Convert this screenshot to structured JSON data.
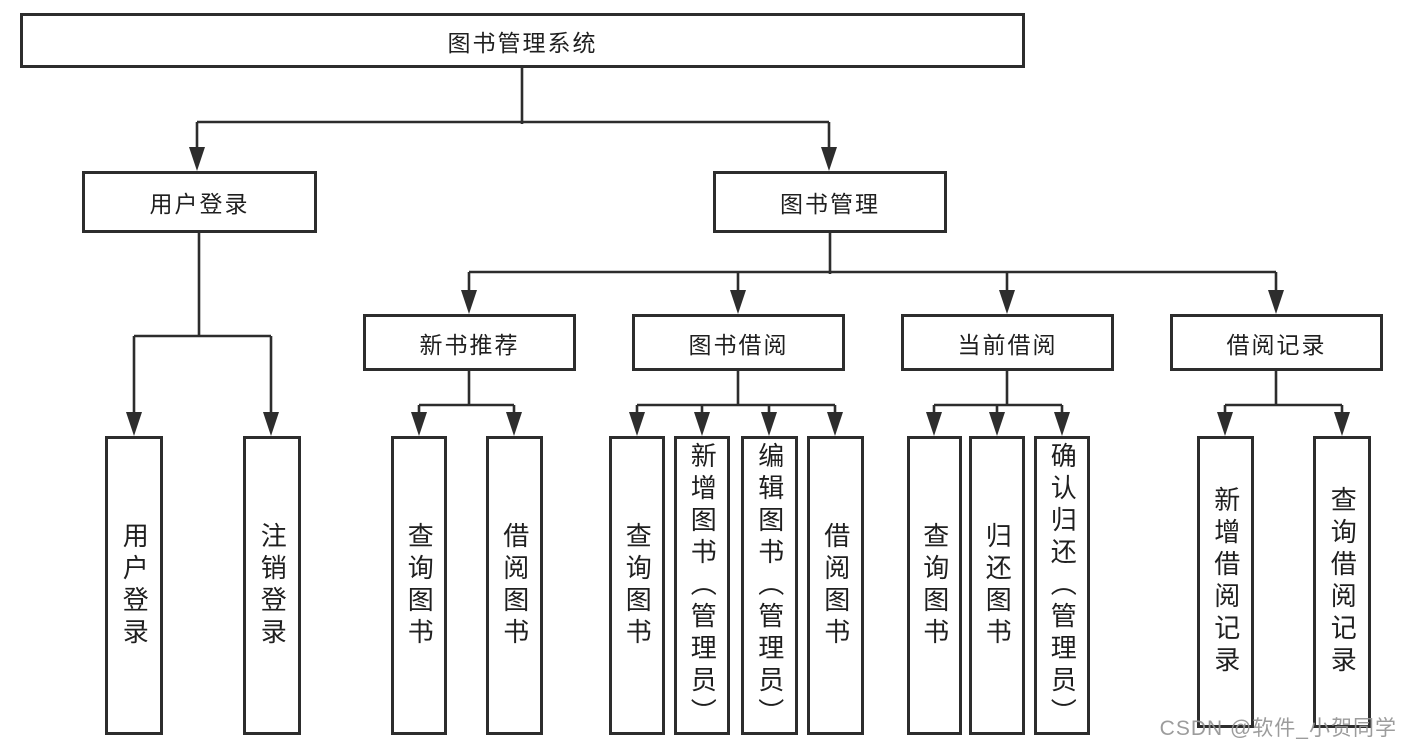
{
  "tree": {
    "root": "图书管理系统",
    "level2": [
      "用户登录",
      "图书管理"
    ],
    "level3": [
      "新书推荐",
      "图书借阅",
      "当前借阅",
      "借阅记录"
    ],
    "leaves": [
      "用户登录",
      "注销登录",
      "查询图书",
      "借阅图书",
      "查询图书",
      "新增图书（管理员）",
      "编辑图书（管理员）",
      "借阅图书",
      "查询图书",
      "归还图书",
      "确认归还（管理员）",
      "新增借阅记录",
      "查询借阅记录"
    ]
  },
  "watermark": "CSDN @软件_小贺同学",
  "colors": {
    "line": "#2d2d2d",
    "text": "#1f1f1f",
    "watermark": "#949494",
    "background": "#ffffff"
  }
}
